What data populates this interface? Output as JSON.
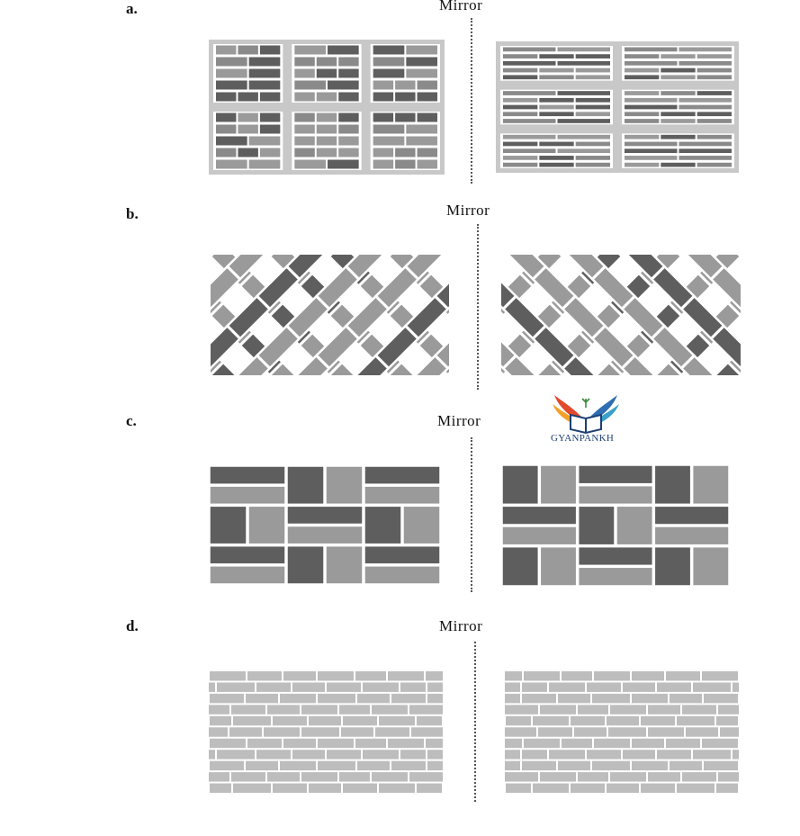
{
  "options": [
    {
      "label": "a.",
      "mirror_label": "Mirror"
    },
    {
      "label": "b.",
      "mirror_label": "Mirror"
    },
    {
      "label": "c.",
      "mirror_label": "Mirror"
    },
    {
      "label": "d.",
      "mirror_label": "Mirror"
    }
  ],
  "watermark": {
    "text": "GYANPANKH",
    "icon": "open-book-wings-logo"
  },
  "colors": {
    "dark": "#5e5e5e",
    "light": "#9a9a9a",
    "lighter": "#bdbdbd",
    "frame": "#c8c8c8"
  }
}
